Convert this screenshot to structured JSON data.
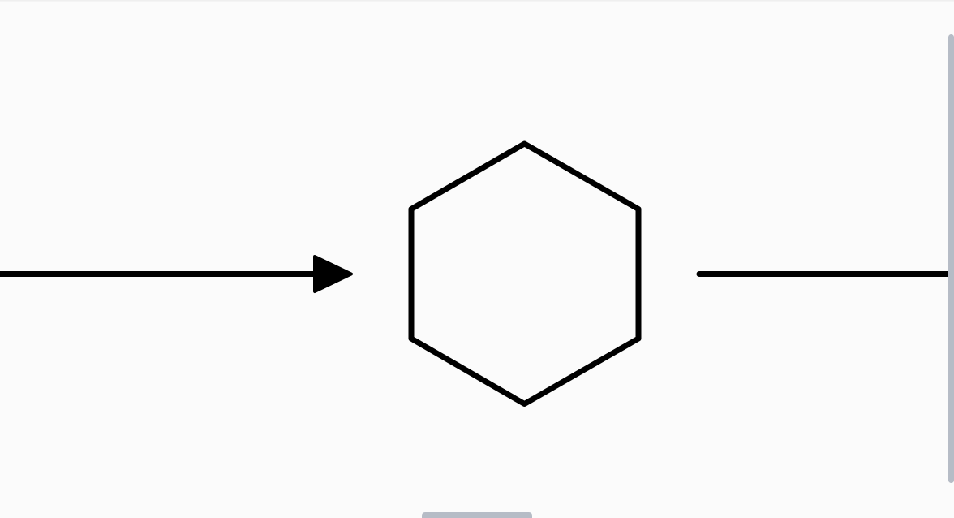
{
  "diagram": {
    "stroke_color": "#000000",
    "background_color": "#fbfbfb",
    "elements": [
      {
        "id": "incoming-arrow",
        "type": "arrow",
        "from": "left-edge",
        "to": "hexagon-node"
      },
      {
        "id": "hexagon-node",
        "type": "hexagon",
        "label": ""
      },
      {
        "id": "outgoing-line",
        "type": "line",
        "from": "hexagon-node",
        "to": "right-edge"
      }
    ]
  },
  "scrollbars": {
    "color": "#b6bcc6",
    "vertical": true,
    "horizontal": true
  }
}
